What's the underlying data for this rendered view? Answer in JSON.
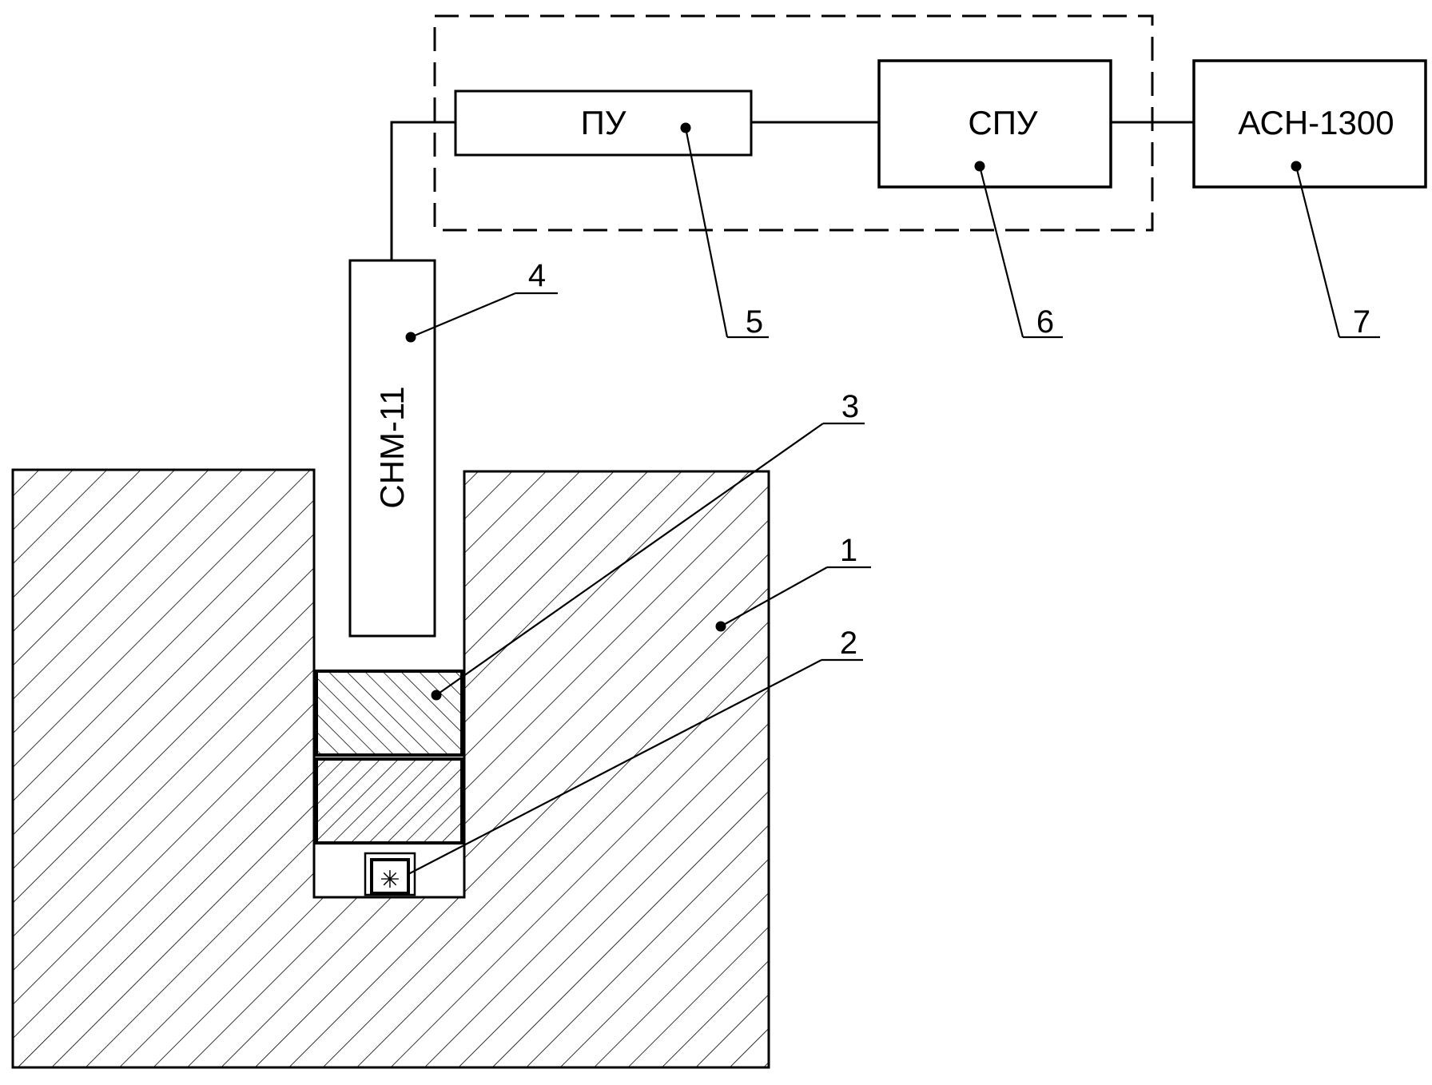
{
  "blocks": {
    "pu": "ПУ",
    "spu": "СПУ",
    "ach": "АСН-1300",
    "detector": "СНМ-11"
  },
  "callouts": {
    "n1": "1",
    "n2": "2",
    "n3": "3",
    "n4": "4",
    "n5": "5",
    "n6": "6",
    "n7": "7"
  },
  "source_symbol": "✳"
}
